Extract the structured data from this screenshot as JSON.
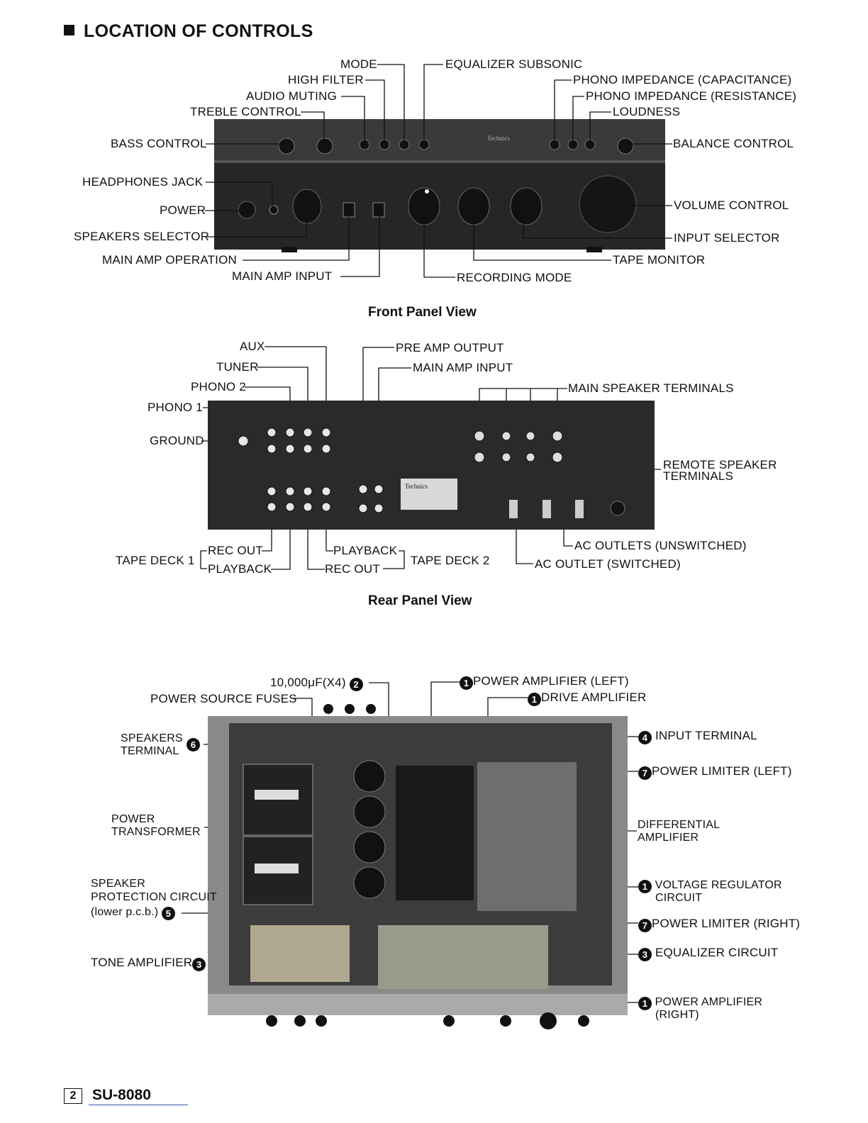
{
  "header": {
    "title": "LOCATION OF CONTROLS"
  },
  "front": {
    "caption": "Front Panel View",
    "labels": {
      "mode": "MODE",
      "high_filter": "HIGH FILTER",
      "audio_muting": "AUDIO MUTING",
      "treble": "TREBLE CONTROL",
      "bass": "BASS CONTROL",
      "headphones": "HEADPHONES JACK",
      "power": "POWER",
      "speakers_selector": "SPEAKERS SELECTOR",
      "main_amp_operation": "MAIN AMP OPERATION",
      "main_amp_input": "MAIN AMP INPUT",
      "eq_subsonic": "EQUALIZER SUBSONIC",
      "phono_cap": "PHONO IMPEDANCE (CAPACITANCE)",
      "phono_res": "PHONO IMPEDANCE (RESISTANCE)",
      "loudness": "LOUDNESS",
      "balance": "BALANCE CONTROL",
      "volume": "VOLUME CONTROL",
      "input_selector": "INPUT SELECTOR",
      "tape_monitor": "TAPE MONITOR",
      "recording_mode": "RECORDING MODE"
    }
  },
  "rear": {
    "caption": "Rear Panel View",
    "labels": {
      "aux": "AUX",
      "tuner": "TUNER",
      "phono2": "PHONO 2",
      "phono1": "PHONO 1",
      "ground": "GROUND",
      "pre_amp_output": "PRE AMP OUTPUT",
      "main_amp_input": "MAIN AMP INPUT",
      "main_speaker": "MAIN SPEAKER TERMINALS",
      "remote_speaker_1": "REMOTE SPEAKER",
      "remote_speaker_2": "TERMINALS",
      "tape_deck_1": "TAPE DECK 1",
      "rec_out_1": "REC OUT",
      "playback_1": "PLAYBACK",
      "playback_2": "PLAYBACK",
      "rec_out_2": "REC OUT",
      "tape_deck_2": "TAPE DECK 2",
      "ac_unswitched": "AC OUTLETS (UNSWITCHED)",
      "ac_switched": "AC OUTLET (SWITCHED)"
    }
  },
  "internal": {
    "labels": {
      "capacitors": "10,000μF(X4)",
      "capacitors_num": "2",
      "fuses": "POWER SOURCE FUSES",
      "speakers_terminal_1": "SPEAKERS",
      "speakers_terminal_2": "TERMINAL",
      "speakers_terminal_num": "6",
      "power_transformer_1": "POWER",
      "power_transformer_2": "TRANSFORMER",
      "speaker_protection_1": "SPEAKER",
      "speaker_protection_2": "PROTECTION CIRCUIT",
      "speaker_protection_3": "(lower p.c.b.)",
      "speaker_protection_num": "5",
      "tone_amp": "TONE AMPLIFIER",
      "tone_amp_num": "3",
      "power_amp_left": "POWER AMPLIFIER (LEFT)",
      "power_amp_left_num": "1",
      "drive_amp": "DRIVE AMPLIFIER",
      "drive_amp_num": "1",
      "input_terminal": "INPUT TERMINAL",
      "input_terminal_num": "4",
      "power_limiter_left": "POWER LIMITER (LEFT)",
      "power_limiter_left_num": "7",
      "diff_amp_1": "DIFFERENTIAL",
      "diff_amp_2": "AMPLIFIER",
      "voltage_reg_1": "VOLTAGE REGULATOR",
      "voltage_reg_2": "CIRCUIT",
      "voltage_reg_num": "1",
      "power_limiter_right": "POWER LIMITER (RIGHT)",
      "power_limiter_right_num": "7",
      "equalizer": "EQUALIZER CIRCUIT",
      "equalizer_num": "3",
      "power_amp_right_1": "POWER AMPLIFIER",
      "power_amp_right_2": "(RIGHT)",
      "power_amp_right_num": "1"
    }
  },
  "footer": {
    "page": "2",
    "model": "SU-8080"
  },
  "colors": {
    "ink": "#111111",
    "panel": "#2b2b2b",
    "panel_light": "#4a4a4a",
    "chassis": "#8a8a8a"
  }
}
